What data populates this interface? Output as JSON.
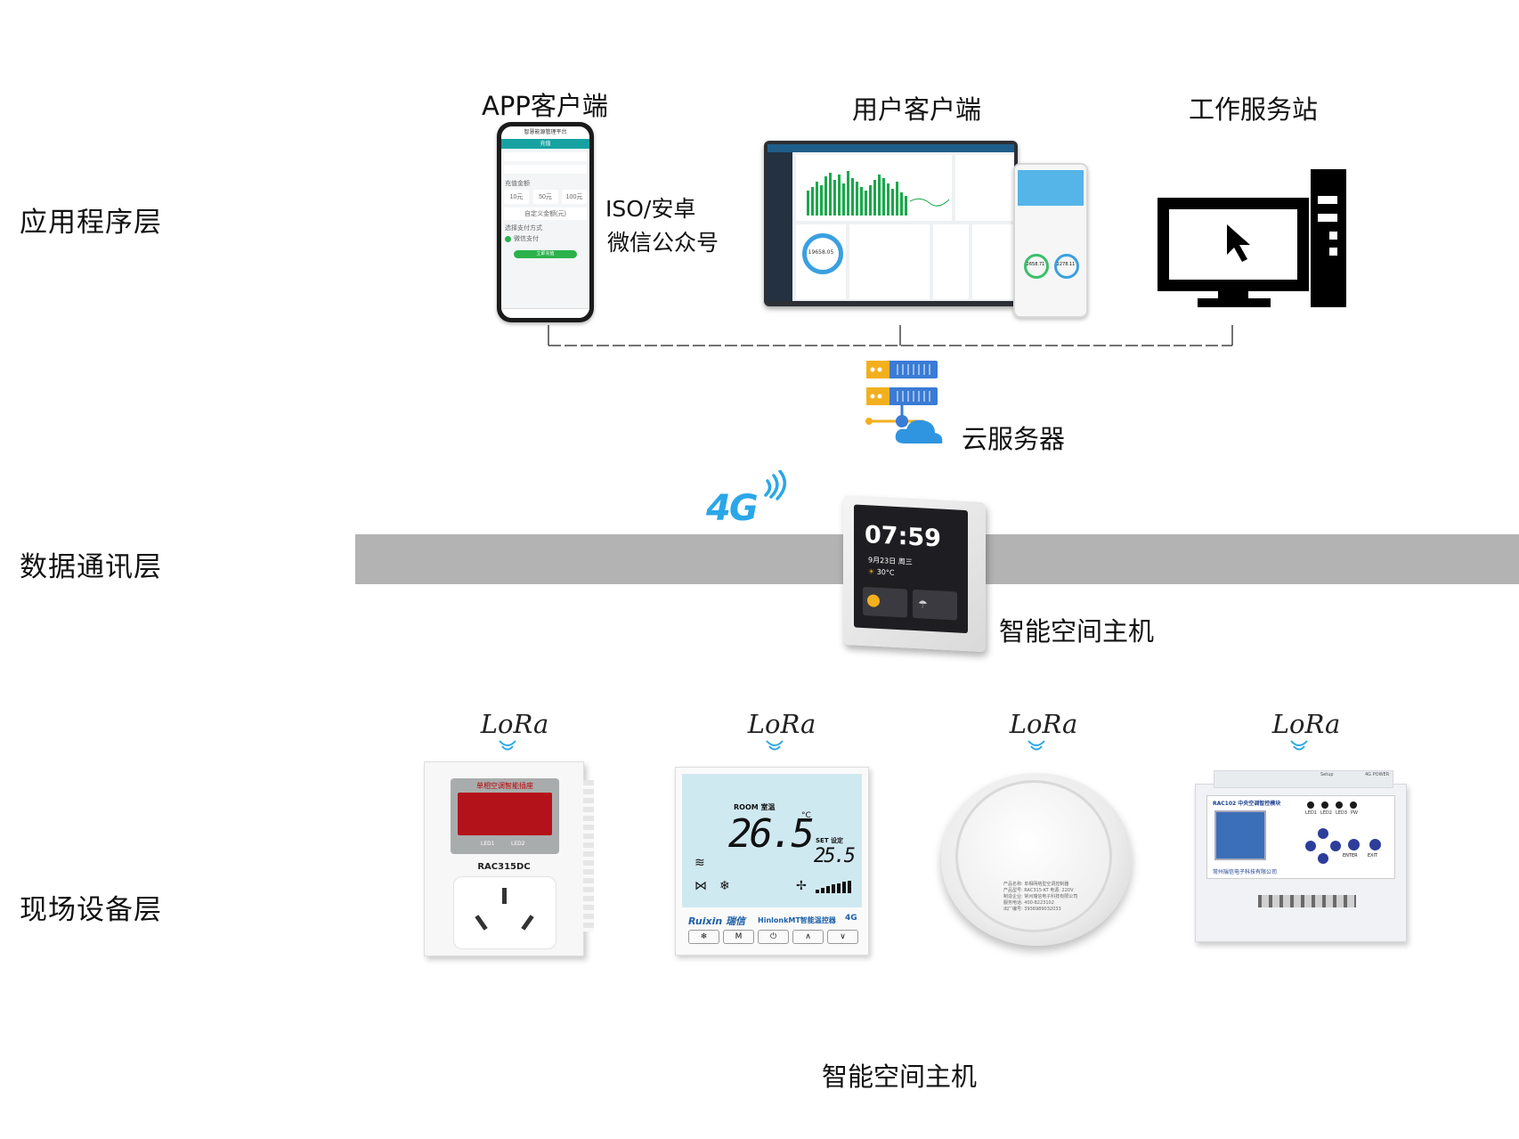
{
  "layers": {
    "application": "应用程序层",
    "communication": "数据通讯层",
    "field": "现场设备层"
  },
  "clients": {
    "app_title": "APP客户端",
    "app_os_line1": "ISO/安卓",
    "app_os_line2": "微信公众号",
    "user_title": "用户客户端",
    "station_title": "工作服务站"
  },
  "phone_screen": {
    "app_name": "智慧能源管理平台",
    "tab": "充值",
    "amount_title": "充值金额",
    "amounts": [
      "10元",
      "50元",
      "100元"
    ],
    "custom_amount": "自定义金额(元)",
    "pay_title": "选择支付方式",
    "pay_option": "微信支付",
    "confirm_button": "立即充值"
  },
  "dashboard": {
    "gauge_value": "19658.05",
    "tablet_gauges": [
      "2658.71",
      "2278.11"
    ]
  },
  "cloud": {
    "label": "云服务器"
  },
  "network": {
    "badge": "4G"
  },
  "host": {
    "time": "07:59",
    "date": "9月23日  周三",
    "temp": "30°C",
    "label": "智能空间主机"
  },
  "devices": {
    "lora_label": "LoRa",
    "socket": {
      "title": "单相空调智能插座",
      "led1": "LED1",
      "led2": "LED2",
      "model": "RAC315DC"
    },
    "thermostat": {
      "room_label": "ROOM",
      "room_cn": "室温",
      "room_temp": "26.5",
      "set_label": "SET",
      "set_cn": "设定",
      "set_temp": "25.5",
      "unit": "°C",
      "brand": "Ruixin 瑞信",
      "product": "HinlonkMT智能温控器",
      "network": "4G",
      "buttons": [
        "❄",
        "M",
        "⏻",
        "∧",
        "∨"
      ]
    },
    "sensor": {
      "label_lines": [
        "产品名称: 单相网络型空调控制器",
        "产品型号: RAC315-KT  电源: 220V",
        "制造企业: 常州瑞信电子科技有限公司",
        "服务电话: 400-8223102",
        "出厂编号: 3936989032033"
      ]
    },
    "module": {
      "title": "RAC102 中央空调智控模块",
      "company": "常州瑞信电子科技有限公司",
      "leds": [
        "LED1",
        "LED2",
        "LED3",
        "PW"
      ],
      "keys": [
        "ENTER",
        "EXIT"
      ],
      "top_labels": [
        "Setup",
        "4G POWER"
      ]
    },
    "caption": "智能空间主机"
  }
}
